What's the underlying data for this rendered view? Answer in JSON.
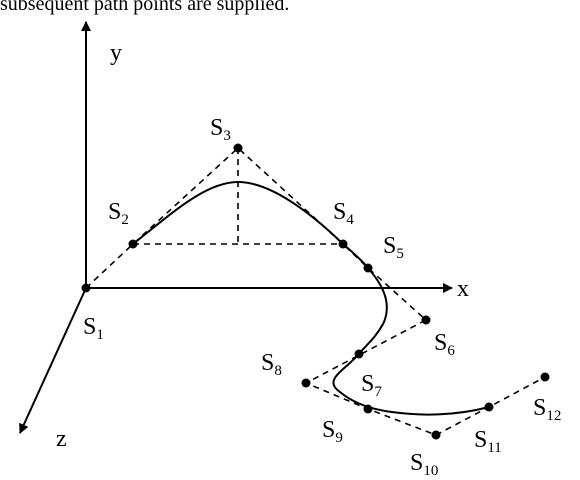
{
  "caption": "subsequent path points are supplied.",
  "axes": {
    "x": "x",
    "y": "y",
    "z": "z"
  },
  "points": [
    {
      "letter": "S",
      "index": "1"
    },
    {
      "letter": "S",
      "index": "2"
    },
    {
      "letter": "S",
      "index": "3"
    },
    {
      "letter": "S",
      "index": "4"
    },
    {
      "letter": "S",
      "index": "5"
    },
    {
      "letter": "S",
      "index": "6"
    },
    {
      "letter": "S",
      "index": "7"
    },
    {
      "letter": "S",
      "index": "8"
    },
    {
      "letter": "S",
      "index": "9"
    },
    {
      "letter": "S",
      "index": "10"
    },
    {
      "letter": "S",
      "index": "11"
    },
    {
      "letter": "S",
      "index": "12"
    }
  ]
}
